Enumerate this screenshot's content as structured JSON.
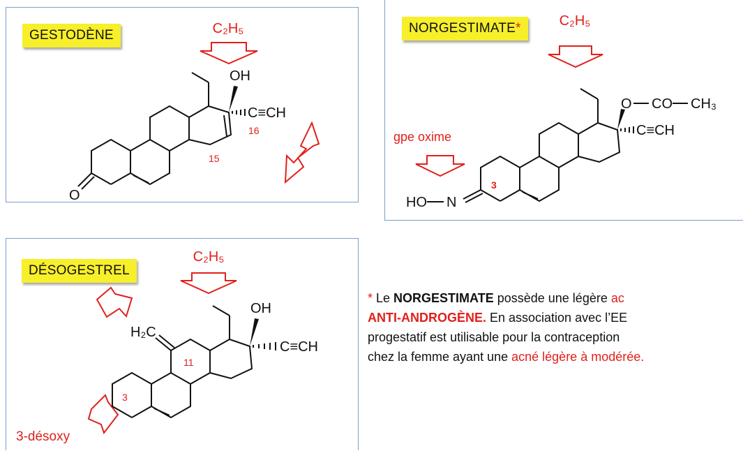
{
  "panels": {
    "gestodene": {
      "label": "GESTODÈNE",
      "ethyl": "C₂H₅",
      "oh": "OH",
      "ethynyl": "C≡CH",
      "ketone_o": "O",
      "pos_16": "16",
      "pos_15": "15"
    },
    "norgestimate": {
      "label": "NORGESTIMATE",
      "label_mark": "*",
      "ethyl": "C₂H₅",
      "acetate_o": "O",
      "acetate_co": "CO",
      "acetate_ch3": "CH₃",
      "ethynyl": "C≡CH",
      "oxime_caption": "gpe oxime",
      "hydroxyl": "HO",
      "nitrogen": "N",
      "pos_3": "3"
    },
    "desogestrel": {
      "label": "DÉSOGESTREL",
      "ethyl": "C₂H₅",
      "oh": "OH",
      "ethynyl": "C≡CH",
      "methylene": "H₂C",
      "pos_11": "11",
      "pos_3": "3",
      "desoxy_caption": "3-désoxy"
    }
  },
  "note": {
    "l1_star": "*",
    "l1_a": " Le ",
    "l1_b": "NORGESTIMATE",
    "l1_c": " possède une légère ",
    "l1_d": "ac",
    "l2_a": "ANTI-ANDROGÈNE.",
    "l2_b": " En association avec l’EE",
    "l3": "progestatif est utilisable pour la contraception",
    "l4_a": "chez la femme ayant une ",
    "l4_b": "acné légère à modérée."
  },
  "colors": {
    "label_bg": "#f7ef2a",
    "accent_red": "#e0201b",
    "panel_border": "#7aa0c9"
  }
}
